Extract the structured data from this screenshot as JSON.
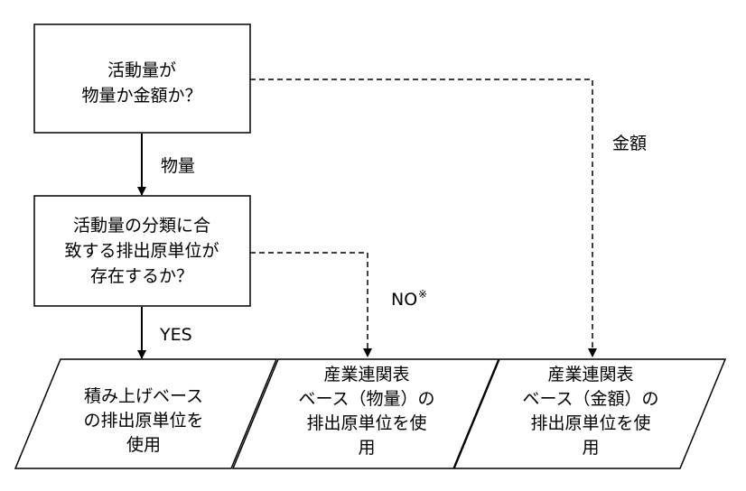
{
  "decision1": {
    "lines": [
      "活動量が",
      "物量か金額か？"
    ]
  },
  "decision2": {
    "lines": [
      "活動量の分類に合",
      "致する排出原単位が",
      "存在するか？"
    ]
  },
  "output1": {
    "lines": [
      "積み上げベース",
      "の排出原単位を",
      "使用"
    ]
  },
  "output2": {
    "lines": [
      "産業連関表",
      "ベース（物量）の",
      "排出原単位を使",
      "用"
    ]
  },
  "output3": {
    "lines": [
      "産業連関表",
      "ベース（金額）の",
      "排出原単位を使",
      "用"
    ]
  },
  "edges": {
    "quantity_label": "物量",
    "amount_label": "金額",
    "yes_label": "YES",
    "no_label": "NO",
    "no_note_mark": "※"
  }
}
